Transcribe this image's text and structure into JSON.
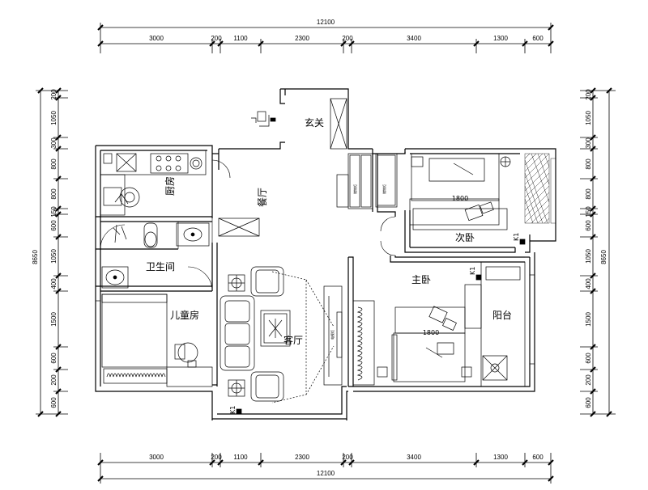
{
  "dimensions": {
    "total": "12100",
    "top_segments": [
      "3000",
      "200",
      "1100",
      "2300",
      "200",
      "3400",
      "1300",
      "600"
    ],
    "bottom_segments": [
      "3000",
      "200",
      "1100",
      "2300",
      "200",
      "3400",
      "1300",
      "600"
    ],
    "left_total": "8650",
    "left_segments": [
      "200",
      "1050",
      "300",
      "800",
      "800",
      "150",
      "600",
      "1050",
      "400",
      "1500",
      "600",
      "200",
      "600"
    ],
    "right_total": "8650",
    "right_segments": [
      "200",
      "1050",
      "300",
      "800",
      "800",
      "150",
      "600",
      "1050",
      "400",
      "1500",
      "600",
      "200",
      "600"
    ]
  },
  "rooms": {
    "entrance": "玄关",
    "dining": "餐厅",
    "kitchen": "厨房",
    "bathroom": "卫生间",
    "kids_room": "儿童房",
    "living": "客厅",
    "master": "主卧",
    "second": "次卧",
    "balcony": "阳台"
  },
  "labels": {
    "bed_master": "1800",
    "bed_second": "1800",
    "k1_second": "K1",
    "k1_master": "K1",
    "k1_living": "K1",
    "closet_small": "储物柜",
    "tv_small": "电视柜"
  }
}
